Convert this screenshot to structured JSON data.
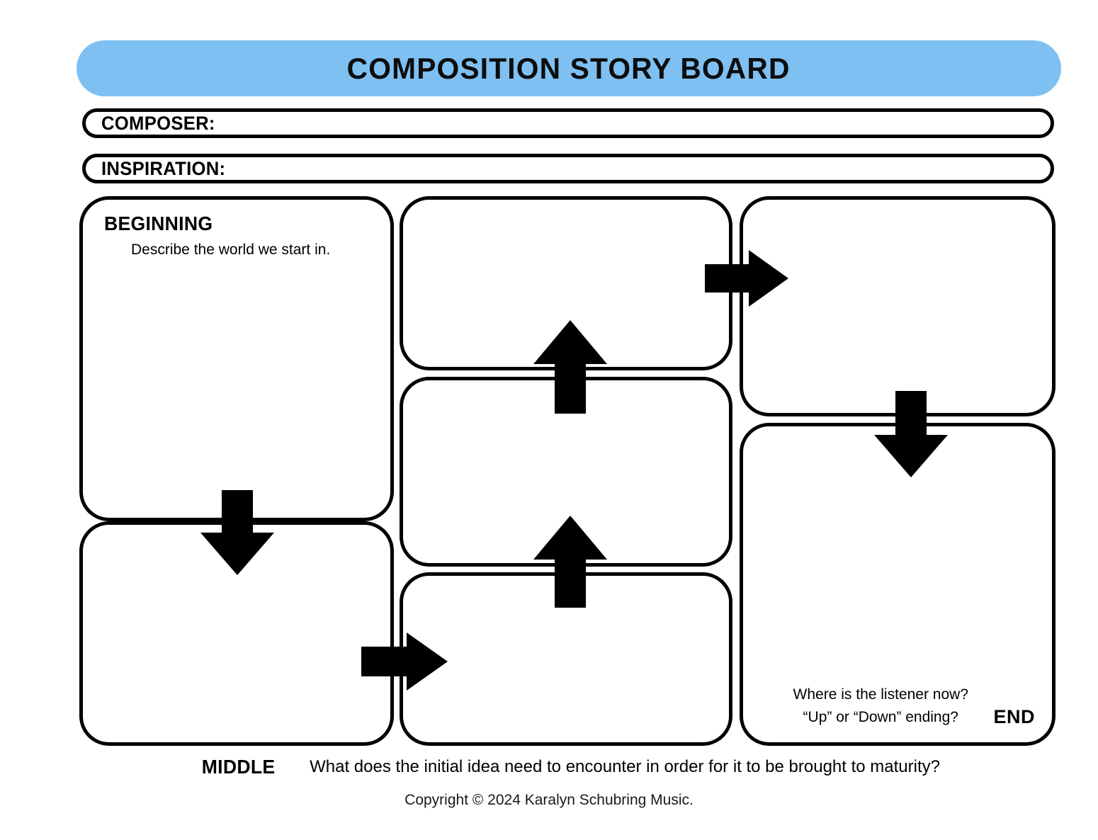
{
  "header": {
    "title": "COMPOSITION STORY BOARD",
    "banner_color": "#7ec0f2"
  },
  "fields": [
    {
      "name": "composer",
      "label": "COMPOSER:",
      "value": "",
      "placeholder": ""
    },
    {
      "name": "inspiration",
      "label": "INSPIRATION:",
      "value": "",
      "placeholder": ""
    }
  ],
  "boxes": {
    "beginning": {
      "heading": "BEGINNING",
      "subtext": "Describe the world we start in.",
      "value": ""
    },
    "b2": {
      "value": ""
    },
    "b3": {
      "value": ""
    },
    "b4": {
      "value": ""
    },
    "b5": {
      "value": ""
    },
    "b6": {
      "value": ""
    },
    "end": {
      "prompt_line1": "Where is the listener now?",
      "prompt_line2": "“Up” or “Down” ending?",
      "label": "END",
      "value": ""
    }
  },
  "arrows": [
    {
      "name": "arrow-b2-to-b4",
      "direction": "right"
    },
    {
      "name": "arrow-b3-to-b2",
      "direction": "up"
    },
    {
      "name": "arrow-b4-to-end",
      "direction": "down"
    },
    {
      "name": "arrow-beginning-to-b5",
      "direction": "down"
    },
    {
      "name": "arrow-b6-to-b3",
      "direction": "up"
    },
    {
      "name": "arrow-b5-to-b6",
      "direction": "right"
    }
  ],
  "footer": {
    "middle_label": "MIDDLE",
    "middle_question": "What does the initial idea need to encounter in order for it to be brought to maturity?",
    "copyright": "Copyright © 2024 Karalyn Schubring Music."
  }
}
